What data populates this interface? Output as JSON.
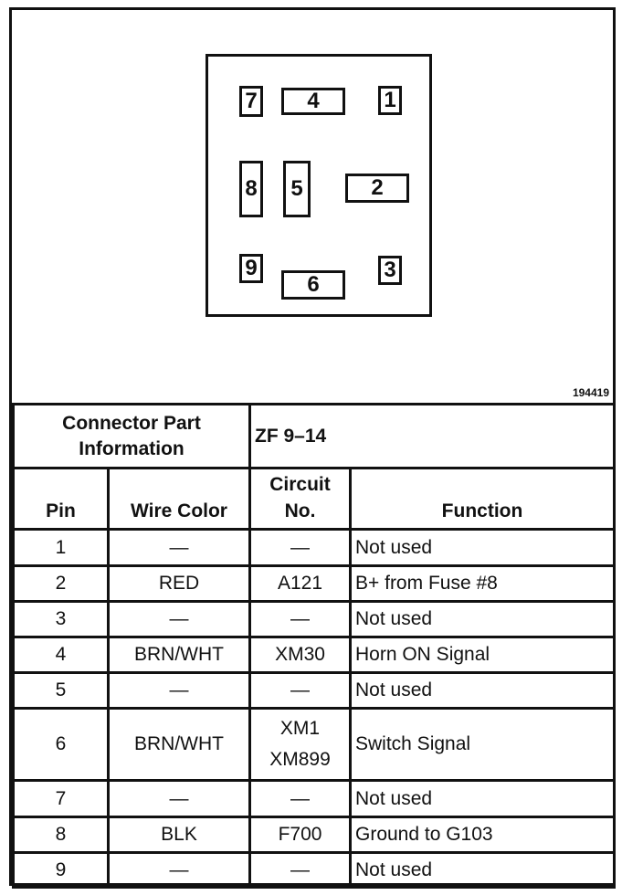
{
  "figure_id": "194419",
  "connector_pins": [
    "7",
    "4",
    "1",
    "8",
    "5",
    "2",
    "9",
    "6",
    "3"
  ],
  "connector_info": {
    "label": "Connector Part Information",
    "value": "ZF 9–14"
  },
  "headers": {
    "pin": "Pin",
    "wire_color": "Wire Color",
    "circuit": "Circuit No.",
    "function": "Function"
  },
  "rows": [
    {
      "pin": "1",
      "wire_color": "—",
      "circuit": "—",
      "circuit2": "",
      "function": "Not used"
    },
    {
      "pin": "2",
      "wire_color": "RED",
      "circuit": "A121",
      "circuit2": "",
      "function": "B+ from Fuse #8"
    },
    {
      "pin": "3",
      "wire_color": "—",
      "circuit": "—",
      "circuit2": "",
      "function": "Not used"
    },
    {
      "pin": "4",
      "wire_color": "BRN/WHT",
      "circuit": "XM30",
      "circuit2": "",
      "function": "Horn ON Signal"
    },
    {
      "pin": "5",
      "wire_color": "—",
      "circuit": "—",
      "circuit2": "",
      "function": "Not used"
    },
    {
      "pin": "6",
      "wire_color": "BRN/WHT",
      "circuit": "XM1",
      "circuit2": "XM899",
      "function": "Switch Signal"
    },
    {
      "pin": "7",
      "wire_color": "—",
      "circuit": "—",
      "circuit2": "",
      "function": "Not used"
    },
    {
      "pin": "8",
      "wire_color": "BLK",
      "circuit": "F700",
      "circuit2": "",
      "function": "Ground to G103"
    },
    {
      "pin": "9",
      "wire_color": "—",
      "circuit": "—",
      "circuit2": "",
      "function": "Not used"
    }
  ]
}
